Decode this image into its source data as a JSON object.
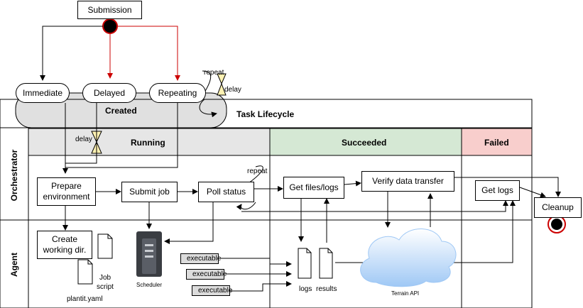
{
  "top": {
    "submission": "Submission"
  },
  "created_states": {
    "immediate": "Immediate",
    "delayed": "Delayed",
    "repeating": "Repeating",
    "created": "Created"
  },
  "annotations": {
    "repeat_top": "repeat",
    "delay_top": "delay",
    "delay_running": "delay",
    "repeat_poll": "repeat"
  },
  "lifecycle": {
    "title": "Task Lifecycle"
  },
  "lanes": {
    "orchestrator": "Orchestrator",
    "agent": "Agent"
  },
  "phases": {
    "running": "Running",
    "succeeded": "Succeeded",
    "failed": "Failed"
  },
  "orchestrator_steps": {
    "prepare": "Prepare environment",
    "submit": "Submit job",
    "poll": "Poll status",
    "get_files": "Get files/logs",
    "verify": "Verify data transfer",
    "get_logs": "Get logs",
    "cleanup": "Cleanup"
  },
  "agent_items": {
    "create_dir": "Create working dir.",
    "job_script": "Job script",
    "plantit_yaml": "plantit.yaml",
    "scheduler": "Scheduler",
    "executables": [
      "executable",
      "executable",
      "executable"
    ],
    "logs": "logs",
    "results": "results",
    "terrain": "Terrain API"
  },
  "colors": {
    "created_fill": "#e0e0e0",
    "running_fill": "#e6e6e6",
    "succeeded_fill": "#d5e8d4",
    "failed_fill": "#f8cecc",
    "red_arrow": "#cc0000",
    "hourglass": "#fff2b3"
  }
}
